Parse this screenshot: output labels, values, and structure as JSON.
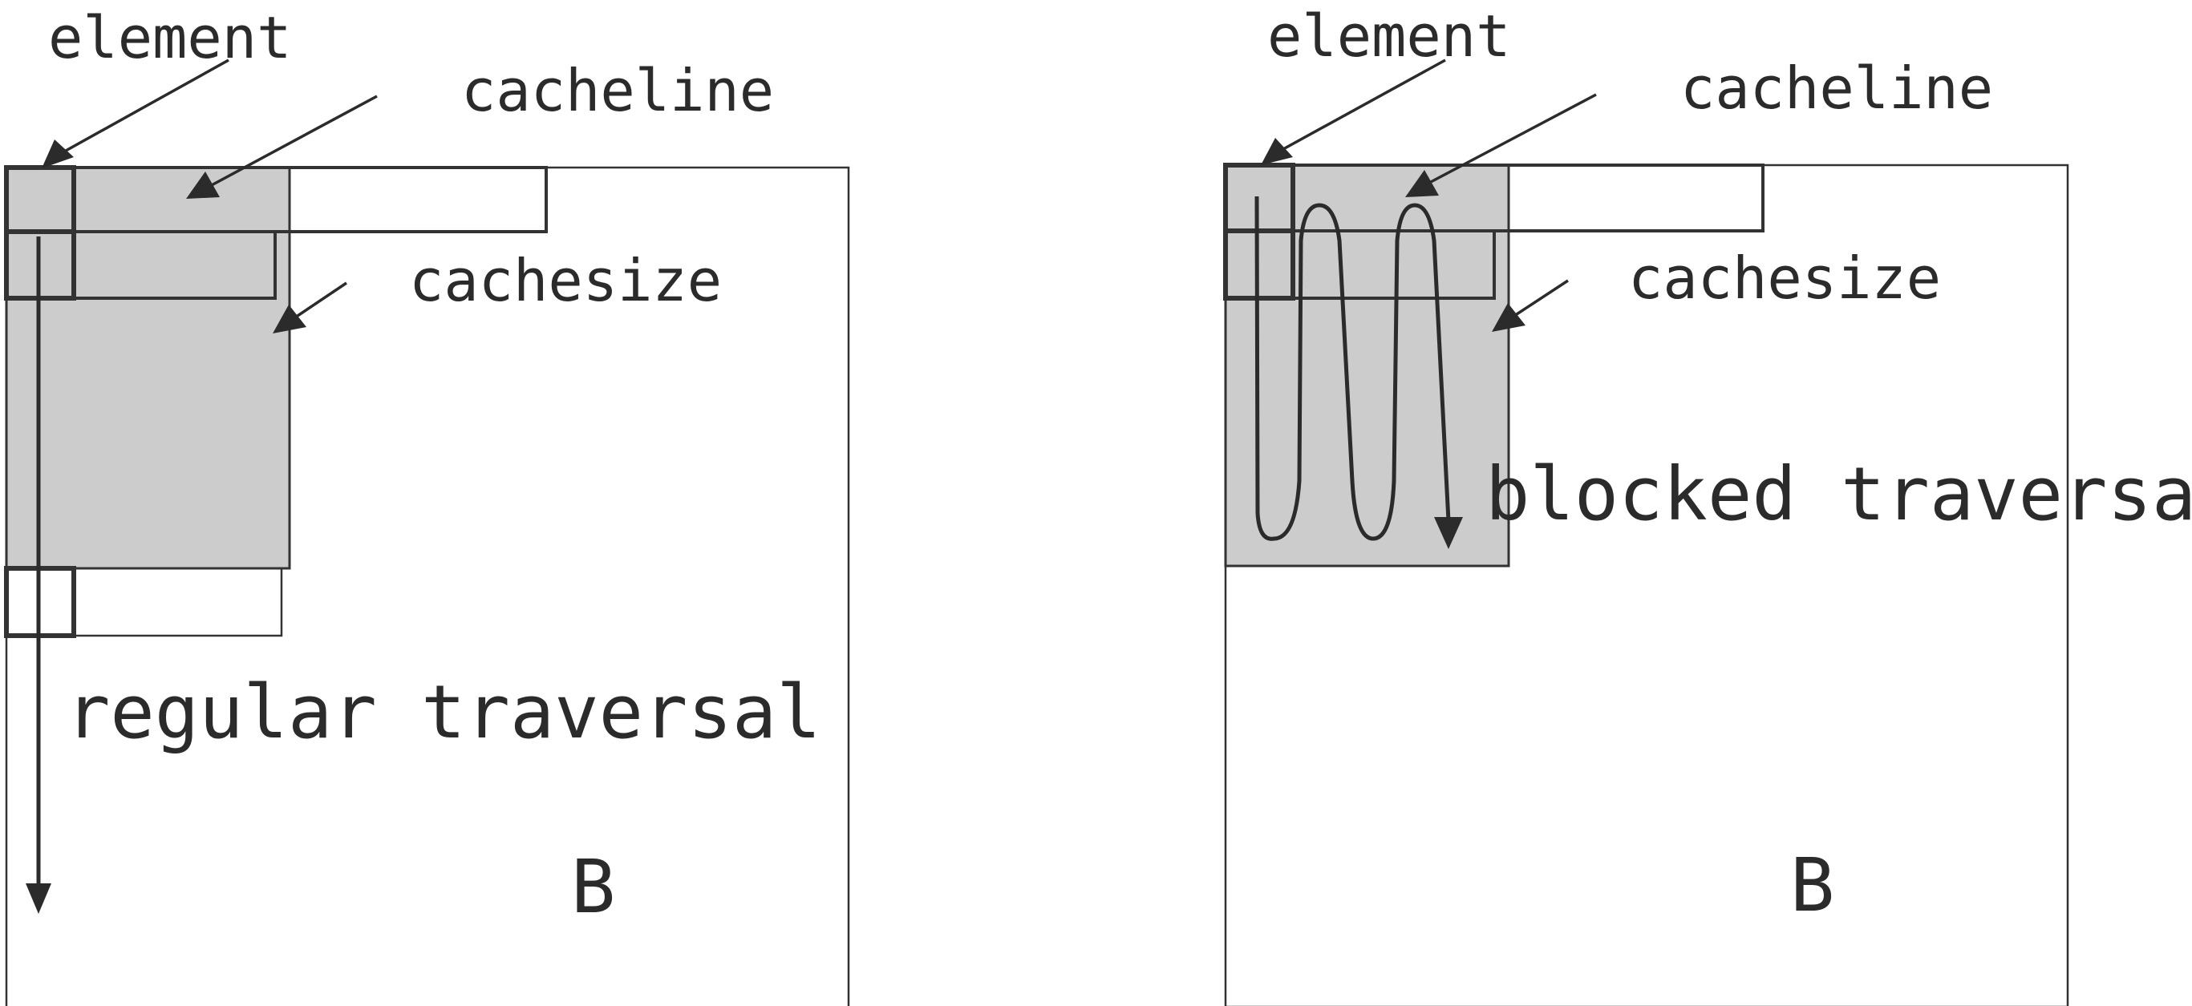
{
  "regular": {
    "element_label": "element",
    "cacheline_label": "cacheline",
    "cachesize_label": "cachesize",
    "traversal_label": "regular traversal",
    "matrix_label": "B"
  },
  "blocked": {
    "element_label": "element",
    "cacheline_label": "cacheline",
    "cachesize_label": "cachesize",
    "traversal_label": "blocked traversal",
    "matrix_label": "B"
  },
  "colors": {
    "cache_fill": "#cccccc",
    "stroke": "#333333",
    "text": "#2b2b2b"
  }
}
